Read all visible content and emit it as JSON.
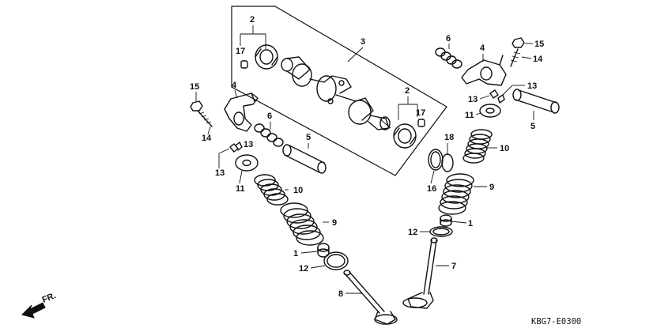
{
  "diagram": {
    "code": "KBG7-E0300",
    "direction_label": "FR.",
    "direction_icon": "front-arrow-icon",
    "callouts": {
      "c2a": "2",
      "c17a": "17",
      "c3": "3",
      "c2b": "2",
      "c17b": "17",
      "c15l": "15",
      "c4l": "4",
      "c6l": "6",
      "c14l": "14",
      "c13l1": "13",
      "c13l2": "13",
      "c11l": "11",
      "c5l": "5",
      "c10l": "10",
      "c9l": "9",
      "c1l": "1",
      "c12l": "12",
      "c8": "8",
      "c6r": "6",
      "c4r": "4",
      "c15r": "15",
      "c14r": "14",
      "c13r1": "13",
      "c13r2": "13",
      "c11r": "11",
      "c5r": "5",
      "c18": "18",
      "c16": "16",
      "c10r": "10",
      "c9r": "9",
      "c1r": "1",
      "c12r": "12",
      "c7": "7"
    }
  }
}
